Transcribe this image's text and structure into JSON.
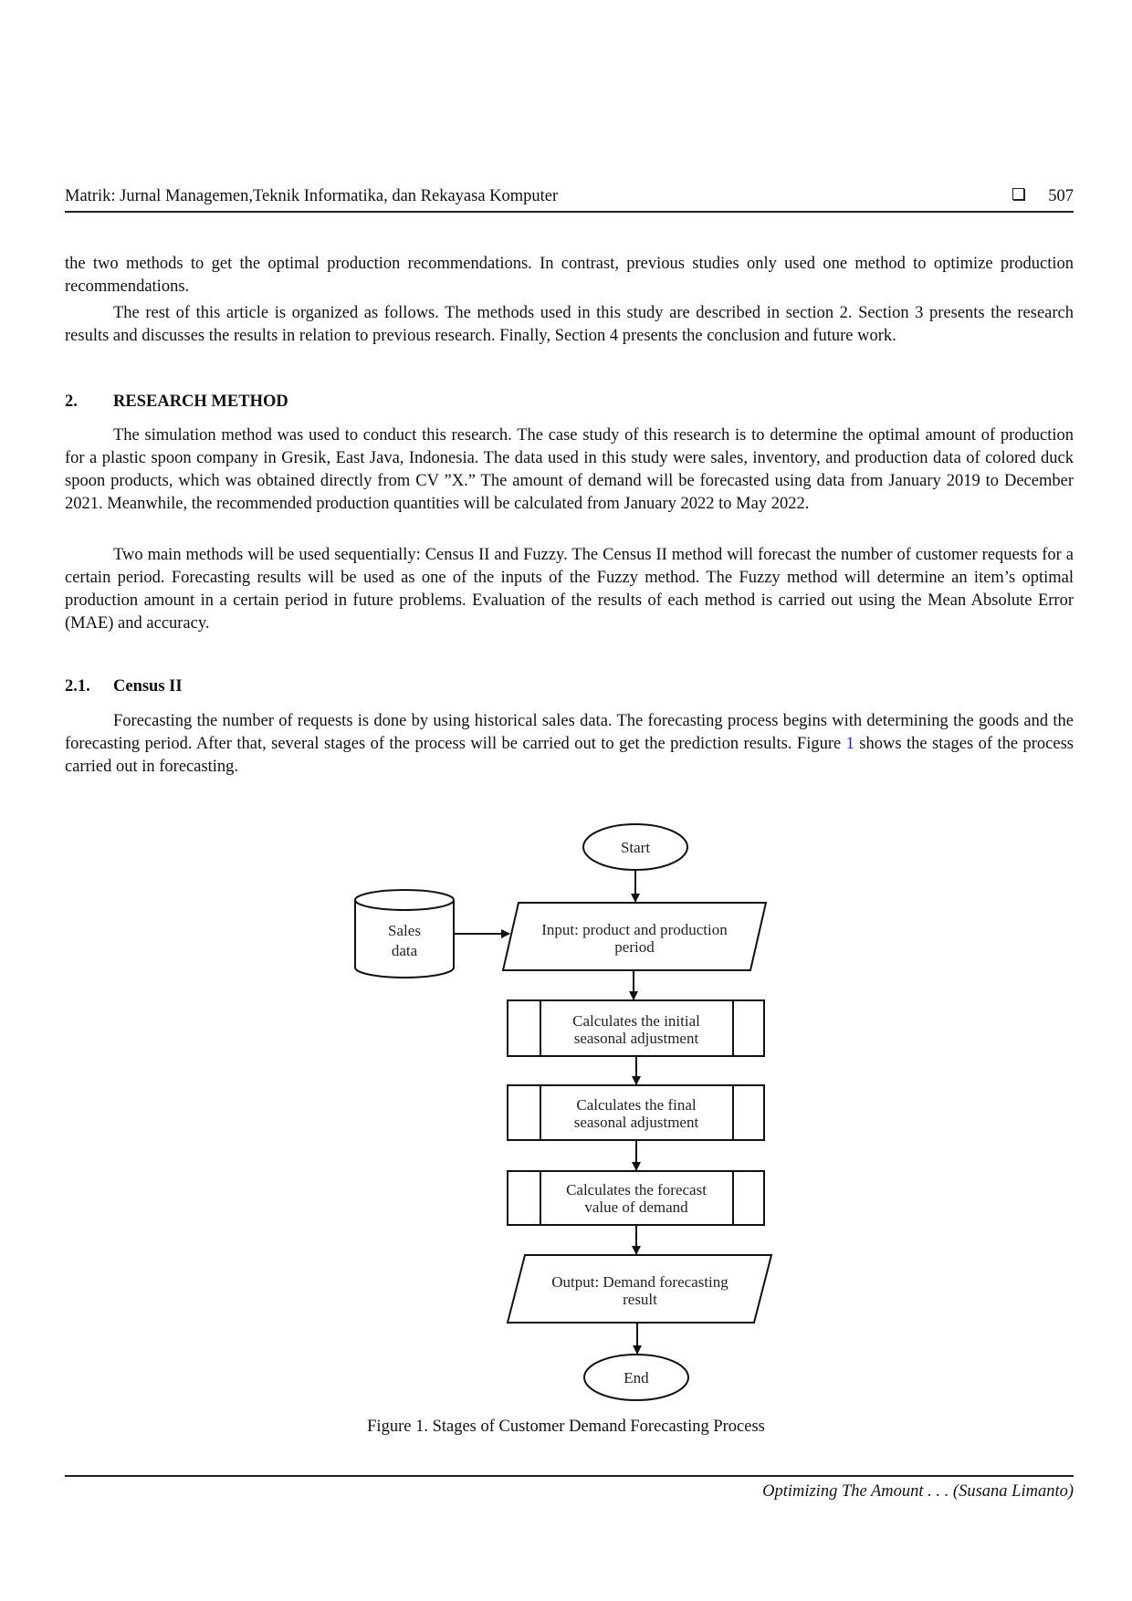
{
  "header": {
    "journal": "Matrik: Jurnal Managemen,Teknik Informatika, dan Rekayasa Komputer",
    "page_number": "507"
  },
  "intro": {
    "p1": "the two methods to get the optimal production recommendations.  In contrast, previous studies only used one method to optimize production recommendations.",
    "p2": "The rest of this article is organized as follows. The methods used in this study are described in section 2. Section 3 presents the research results and discusses the results in relation to previous research. Finally, Section 4 presents the conclusion and future work."
  },
  "section2": {
    "number": "2.",
    "title": "RESEARCH METHOD",
    "p1": "The simulation method was used to conduct this research. The case study of this research is to determine the optimal amount of production for a plastic spoon company in Gresik, East Java, Indonesia.  The data used in this study were sales, inventory, and production data of colored duck spoon products, which was obtained directly from CV ”X.” The amount of demand will be forecasted using data from January 2019 to December 2021. Meanwhile, the recommended production quantities will be calculated from January 2022 to May 2022.",
    "p2": "Two main methods will be used sequentially: Census II and Fuzzy. The Census II method will forecast the number of customer requests for a certain period.  Forecasting results will be used as one of the inputs of the Fuzzy method.  The Fuzzy method will determine an item’s optimal production amount in a certain period in future problems.  Evaluation of the results of each method is carried out using the Mean Absolute Error (MAE) and accuracy."
  },
  "section21": {
    "number": "2.1.",
    "title": "Census II",
    "p1_before": "Forecasting the number of requests is done by using historical sales data. The forecasting process begins with determining the goods and the forecasting period.  After that, several stages of the process will be carried out to get the prediction results.  Figure ",
    "p1_ref": "1",
    "p1_after": " shows the stages of the process carried out in forecasting."
  },
  "figure": {
    "start": "Start",
    "sales_data_1": "Sales",
    "sales_data_2": "data",
    "input_1": "Input: product and production",
    "input_2": "period",
    "step1_1": "Calculates the initial",
    "step1_2": "seasonal adjustment",
    "step2_1": "Calculates the final",
    "step2_2": "seasonal adjustment",
    "step3_1": "Calculates the forecast",
    "step3_2": "value of demand",
    "output_1": "Output: Demand forecasting",
    "output_2": "result",
    "end": "End",
    "caption": "Figure 1. Stages of Customer Demand Forecasting Process"
  },
  "footer": {
    "text": "Optimizing The Amount . . . (Susana Limanto)"
  }
}
